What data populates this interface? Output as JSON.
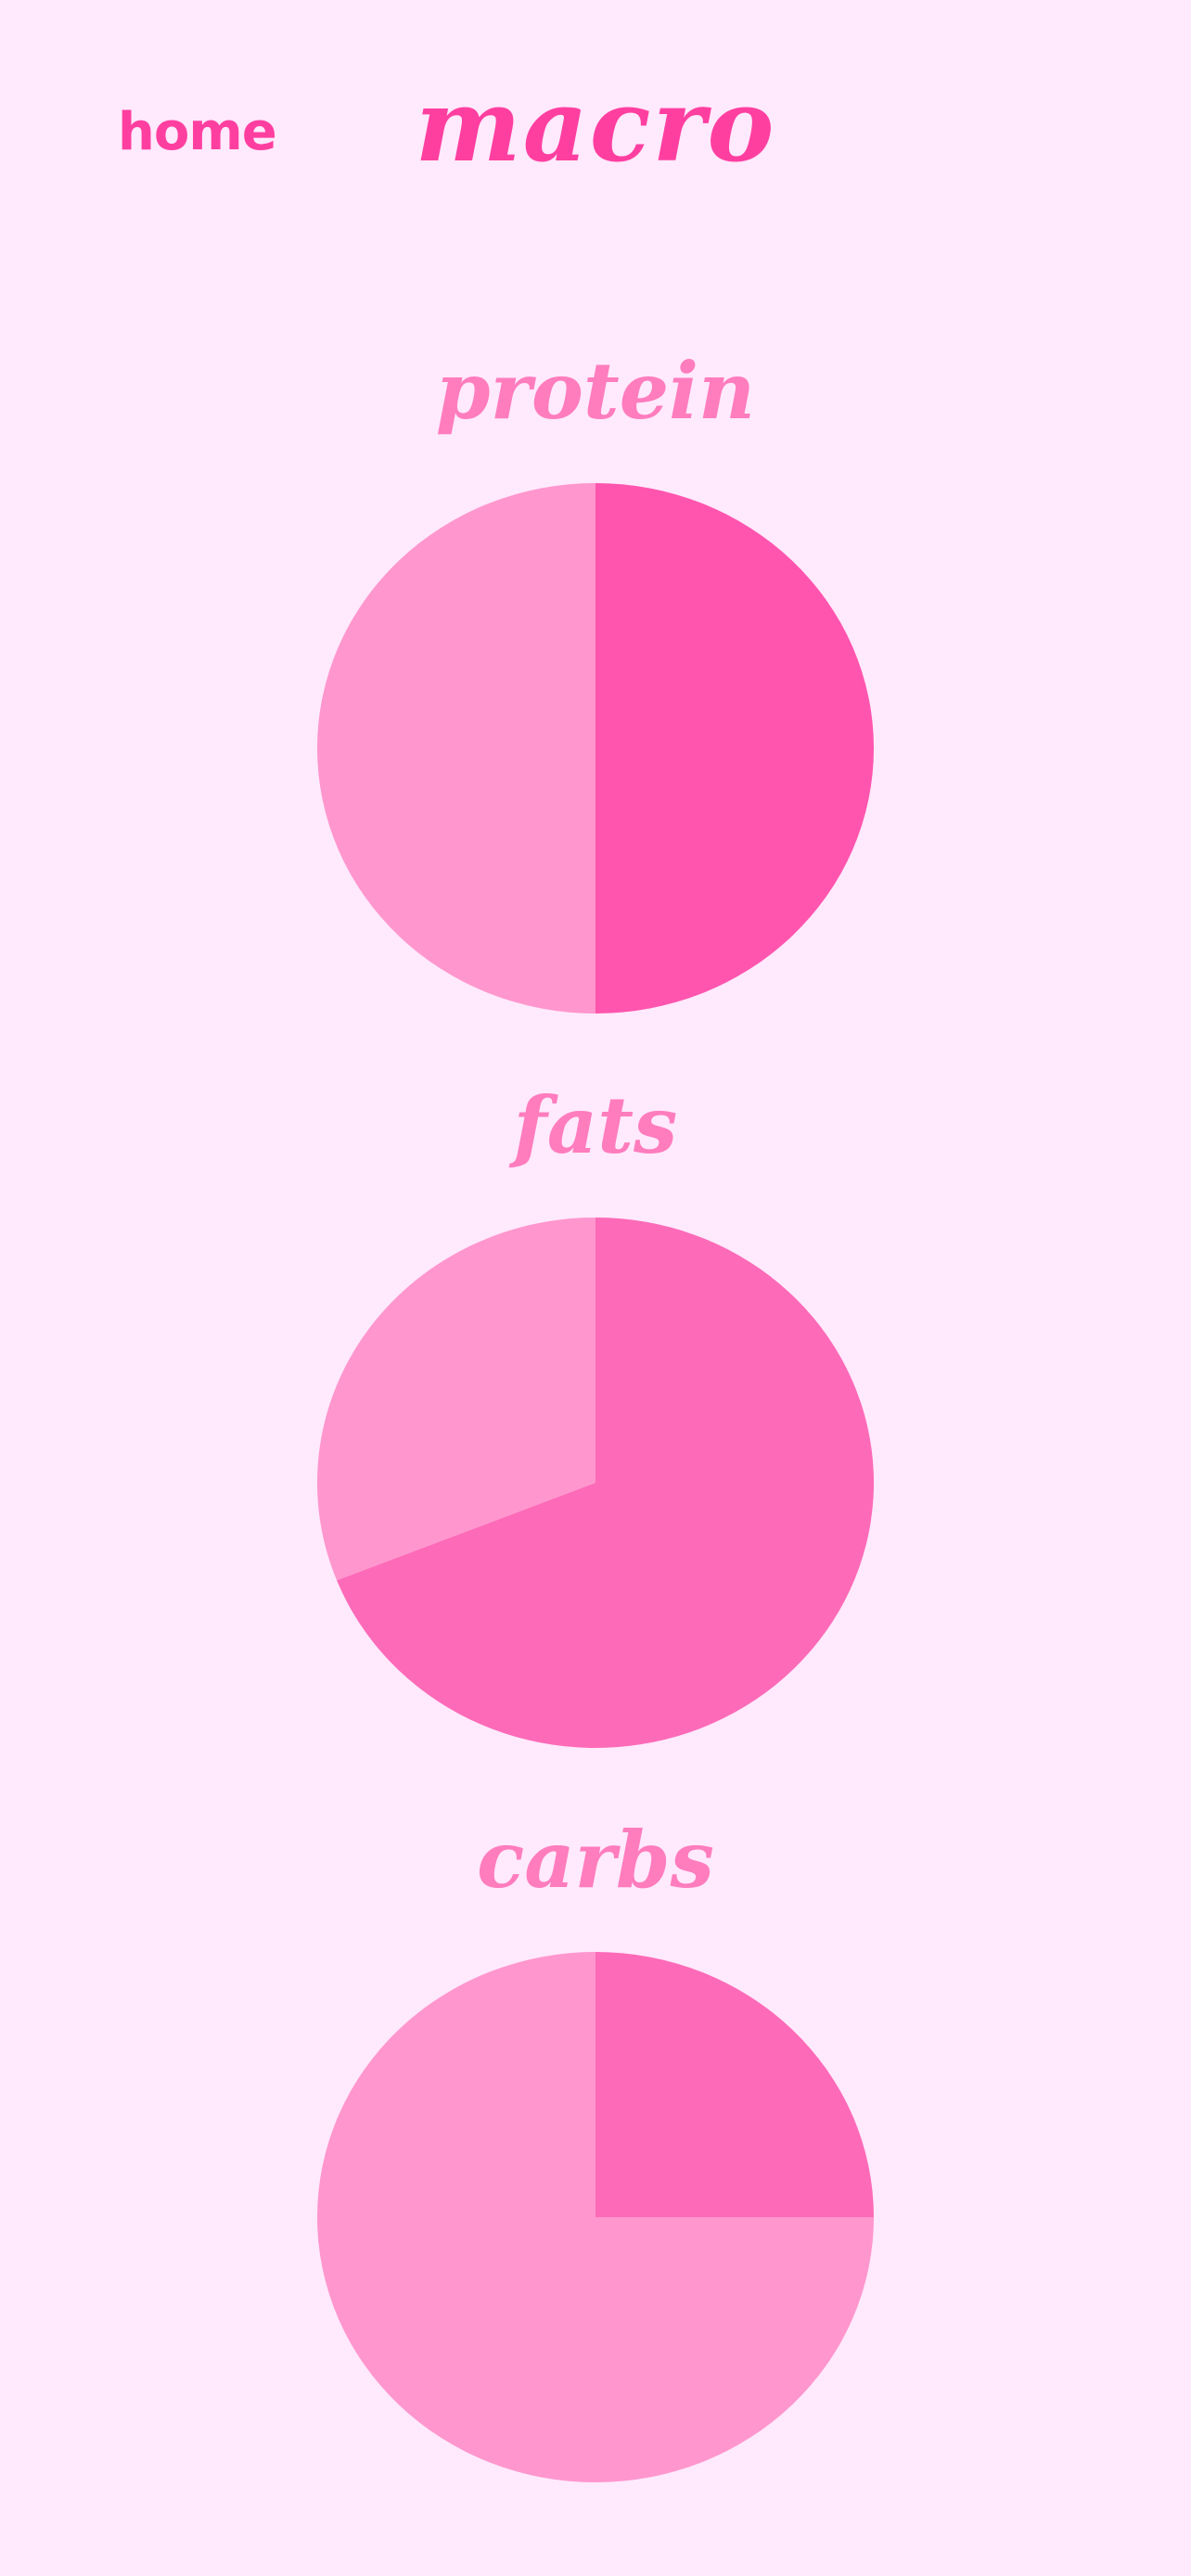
{
  "header": {
    "home_label": "home",
    "title": "macro"
  },
  "colors": {
    "background": "#ffe9fd",
    "home": "#ff3fa0",
    "title": "#ff3fa0",
    "section_title": "#ff7cbd",
    "slice_light": "#ff96cd"
  },
  "chart_data": [
    {
      "type": "pie",
      "title": "protein",
      "slices": [
        {
          "value": 0.5,
          "color": "#ff55ae"
        },
        {
          "value": 0.5,
          "color": "#ff96cd"
        }
      ]
    },
    {
      "type": "pie",
      "title": "fats",
      "slices": [
        {
          "value": 0.69,
          "color": "#fd6ab8"
        },
        {
          "value": 0.31,
          "color": "#ff96cd"
        }
      ]
    },
    {
      "type": "pie",
      "title": "carbs",
      "slices": [
        {
          "value": 0.25,
          "color": "#fd6ab8"
        },
        {
          "value": 0.75,
          "color": "#ff96cd"
        }
      ]
    }
  ]
}
